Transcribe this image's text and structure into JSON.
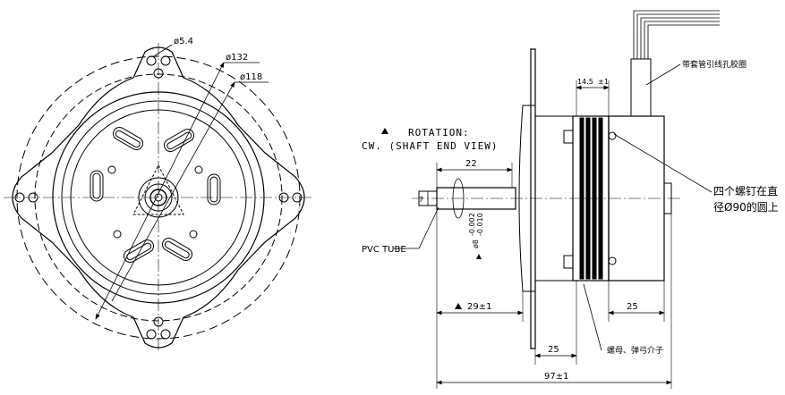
{
  "front_view": {
    "dim_hole": "ø5.4",
    "dim_outer": "ø132",
    "dim_inner": "ø118"
  },
  "rotation_note": {
    "line1": "ROTATION:",
    "line2": "CW. (SHAFT END VIEW)"
  },
  "shaft": {
    "dim_length": "22",
    "dim_width": "7",
    "dim_diameter": "ø8",
    "tol_upper": "-0.002",
    "tol_lower": "-0.010",
    "pvc_label": "PVC TUBE"
  },
  "side_view": {
    "dim_winding": "14.5",
    "dim_winding_tol": "±1",
    "dim_shaft_ext": "29±1",
    "dim_rear": "25",
    "dim_flange": "25",
    "dim_total": "97±1"
  },
  "notes": {
    "lead_sleeve": "带套管引线孔胶圈",
    "screws_line1": "四个螺钉在直",
    "screws_line2": "径Ø90的圆上",
    "nut_washer": "螺母、弹弓介子"
  }
}
